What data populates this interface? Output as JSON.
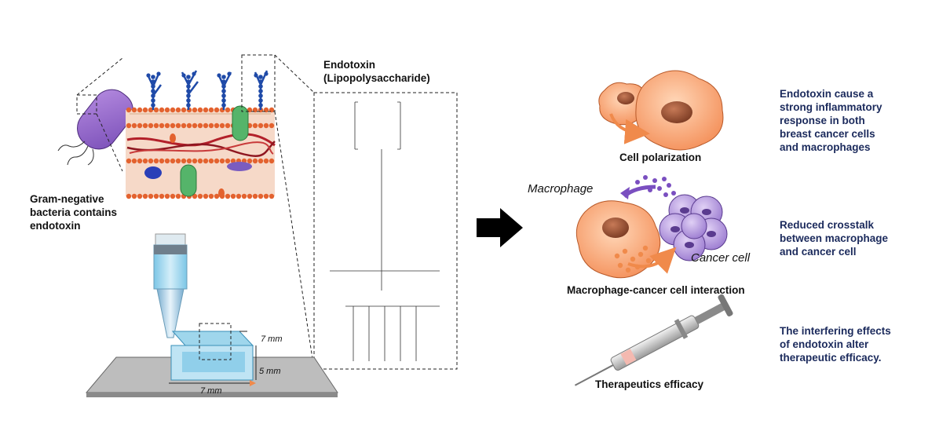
{
  "left": {
    "bacteria_label": "Gram-negative\nbacteria contains\nendotoxin",
    "endotoxin_title": "Endotoxin\n(Lipopolysaccharide)",
    "dims": {
      "depth": "7 mm",
      "height": "5 mm",
      "width": "7 mm"
    }
  },
  "right": {
    "polarization_label": "Cell polarization",
    "interaction_label": "Macrophage-cancer cell interaction",
    "therapeutics_label": "Therapeutics efficacy",
    "macrophage_label": "Macrophage",
    "cancer_label": "Cancer cell",
    "notes": [
      "Endotoxin cause a\nstrong inflammatory\nresponse in both\nbreast cancer cells\nand macrophages",
      "Reduced crosstalk\nbetween macrophage\nand cancer cell",
      "The interfering effects\nof endotoxin alter\ntherapeutic efficacy."
    ]
  },
  "colors": {
    "navy_text": "#1b2a5c",
    "macrophage": "#f4905a",
    "cancer": "#a98bd6",
    "lps_chain": "#1f4aa8",
    "membrane_head": "#e3622f"
  }
}
